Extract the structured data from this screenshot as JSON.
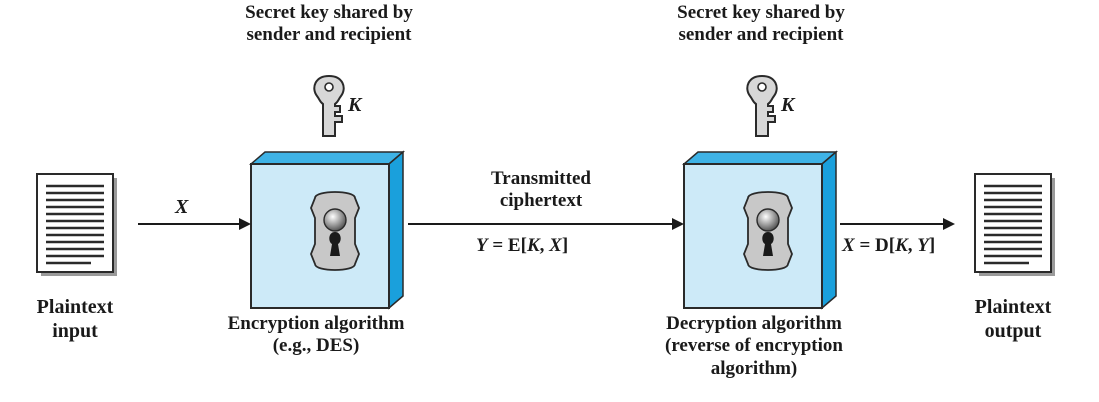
{
  "key_label_left": {
    "line1": "Secret key shared by",
    "line2": "sender and recipient",
    "key_symbol": "K"
  },
  "key_label_right": {
    "line1": "Secret key shared by",
    "line2": "sender and recipient",
    "key_symbol": "K"
  },
  "plaintext_input": {
    "line1": "Plaintext",
    "line2": "input"
  },
  "plaintext_output": {
    "line1": "Plaintext",
    "line2": "output"
  },
  "encryption": {
    "line1": "Encryption algorithm",
    "line2": "(e.g., DES)"
  },
  "decryption": {
    "line1": "Decryption algorithm",
    "line2": "(reverse of encryption",
    "line3": "algorithm)"
  },
  "transmission": {
    "line1": "Transmitted",
    "line2": "ciphertext"
  },
  "arrow_x_label": "X",
  "cipher_formula": {
    "lhs": "Y",
    "eq": " = E[",
    "k": "K",
    "sep": ", ",
    "x": "X",
    "close": "]"
  },
  "plain_formula": {
    "lhs": "X",
    "eq": " = D[",
    "k": "K",
    "sep": ", ",
    "y": "Y",
    "close": "]"
  },
  "colors": {
    "box_face": "#cdeaf8",
    "box_side": "#1aa0dc",
    "box_top": "#3fb3e6",
    "key_fill": "#d7d7d7",
    "lock_plate": "#c8c8c8",
    "ink": "#1a1a1a"
  },
  "icons": [
    "document-icon",
    "key-icon",
    "keyhole-icon",
    "arrow-icon"
  ]
}
